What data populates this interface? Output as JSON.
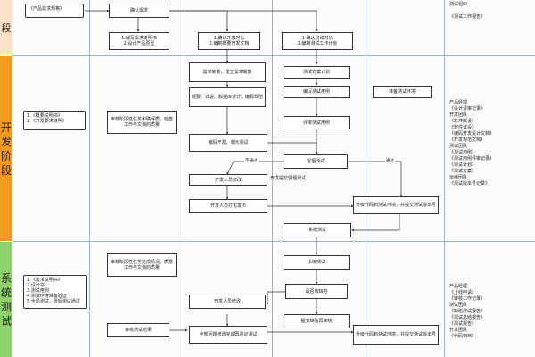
{
  "lanes": [
    {
      "label": "段",
      "color": "#fce0c4"
    },
    {
      "label": "开发阶段",
      "color": "#f59a1c"
    },
    {
      "label": "系统测试",
      "color": "#8fd06a"
    }
  ],
  "nodes": {
    "req_doc": "《产品需求规格》",
    "req_review": "确认需求",
    "write_req": "1.编写需求说明书\n2.设计产品原型",
    "confirm_dev": "1.确认开发时长\n2.编制概要开发文档",
    "confirm_test": "1.确认测试时长\n2.编制测试工作计划",
    "test_report_doc": "测试组织\n\n《测试工作报告》",
    "dev_docs": "1.《概要说明书》\n2.《开发要求说明》",
    "dev_review": "审核阶段性任务和确保质，检查工作与文档的质量",
    "design_review": "需求审核，建立需求离散",
    "detail_design": "概要、详设、数据库设计、编码规范",
    "coding": "编码开发、单元测试",
    "test_plan": "测试方案计划",
    "write_cases": "编写测试用例",
    "review_cases": "评审测试用例",
    "prepare_env": "准备测试环境",
    "round_test": "冒烟测试",
    "dev_fix": "开发人员修改",
    "submit_smoke": "开发提交冒烟测试",
    "dev_deliver": "开发人员打包发布",
    "upgrade_env": "升级代码到测试环境，并提交测试版本号",
    "sys_test": "系统测试",
    "sys_docs": "1.《需求说明书》\n2.设计书\n3.测试用例\n4.测试环境准备验证\n5.全局测试，冒烟测试通过",
    "sys_review": "审核阶段性任务完成情况，质量工作与文档的质量",
    "regress_test": "系统测试",
    "defect_confirm": "是否有缺陷",
    "dev_fix2": "开发人员修改",
    "submit_review": "提交缺陷再审核",
    "confirm_pass": "审核测试结果",
    "all_regress": "全部问题修改完成再验证测试",
    "upgrade_env2": "升级代码到测试环境，并提交测试版本号"
  },
  "edge_labels": {
    "fail": "不通过",
    "pass": "通过"
  },
  "dev_outputs": "产品经理\n《设计评审记录》\n开发团队\n《软件概设》\n《软件详设》\n《编码开发设计文档》\n《开发规范文档》\n测试团队\n《测试用例》\n《测试用例评审记录》\n《测试计划》\n《测试方案》\n运维团队\n《测试版本号记录》",
  "sys_outputs": "产品经理\n《上线申请》\n《审核工作记录》\n测试团队\n《缺陷测试报告》\n《测试总结报告》\n《测试报告》\n开发团队\n《代码归档》"
}
